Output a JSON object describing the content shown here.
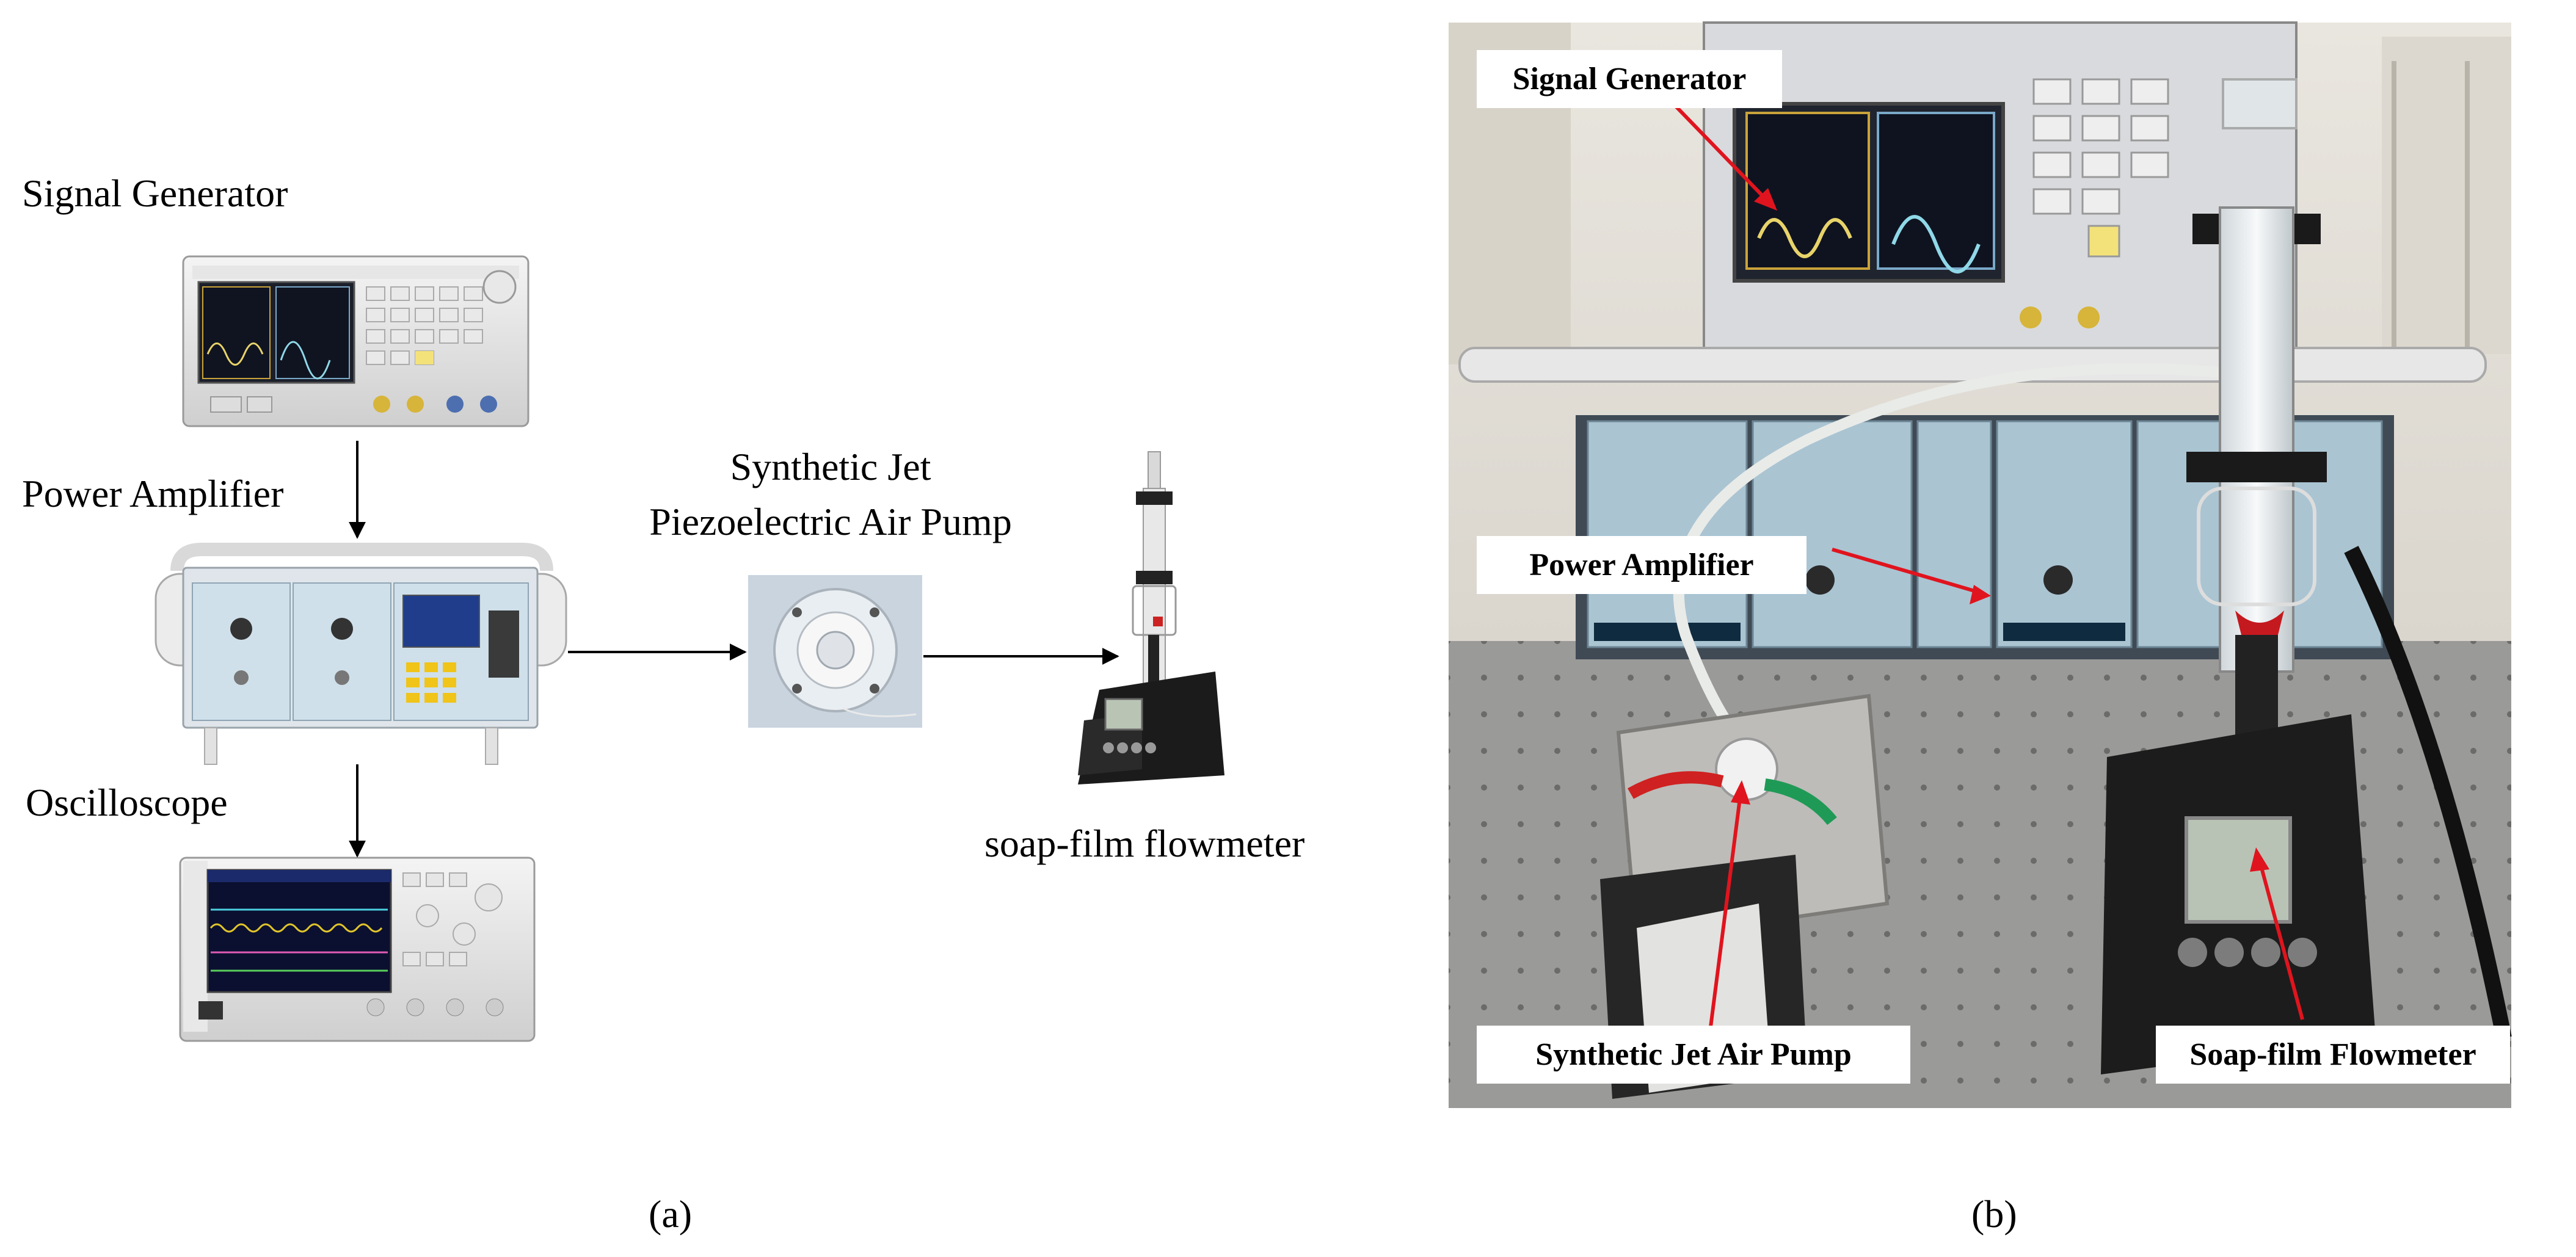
{
  "panel_a": {
    "caption": "(a)",
    "signal_generator_label": "Signal Generator",
    "power_amplifier_label": "Power Amplifier",
    "oscilloscope_label": "Oscilloscope",
    "pump_label_line1": "Synthetic Jet",
    "pump_label_line2": "Piezoelectric Air Pump",
    "flowmeter_label": "soap-film flowmeter",
    "device_icons": [
      "signal-generator-icon",
      "power-amplifier-icon",
      "oscilloscope-icon",
      "air-pump-icon",
      "flowmeter-icon"
    ]
  },
  "panel_b": {
    "caption": "(b)",
    "callouts": {
      "signal_generator": "Signal Generator",
      "power_amplifier": "Power Amplifier",
      "air_pump": "Synthetic Jet Air Pump",
      "flowmeter": "Soap-film Flowmeter"
    },
    "callout_color": "#e0141e"
  }
}
